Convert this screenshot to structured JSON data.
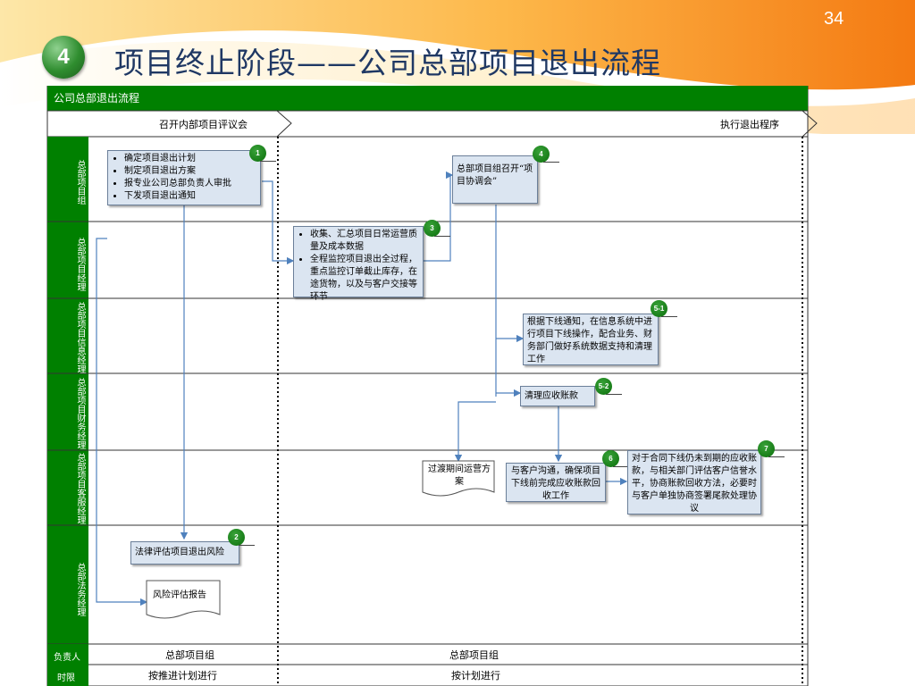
{
  "page_number": "34",
  "section_badge": "4",
  "title": "项目终止阶段——公司总部项目退出流程",
  "diagram": {
    "header": "公司总部退出流程",
    "phases": [
      "召开内部项目评议会",
      "执行退出程序"
    ],
    "lanes": [
      "总部项目组",
      "总部项目经理",
      "总部项目信息经理",
      "总部项目财务经理",
      "总部项目客服经理",
      "总部法务经理"
    ],
    "footer": {
      "owner_label": "负责人",
      "owner_values": [
        "总部项目组",
        "总部项目组"
      ],
      "deadline_label": "时限",
      "deadline_values": [
        "按推进计划进行",
        "按计划进行"
      ]
    },
    "steps": {
      "s1": {
        "num": "1",
        "items": [
          "确定项目退出计划",
          "制定项目退出方案",
          "报专业公司总部负责人审批",
          "下发项目退出通知"
        ]
      },
      "s2": {
        "num": "2",
        "text": "法律评估项目退出风险"
      },
      "s2_doc": "风险评估报告",
      "s3": {
        "num": "3",
        "items": [
          "收集、汇总项目日常运营质量及成本数据",
          "全程监控项目退出全过程，重点监控订单截止库存，在途货物，以及与客户交接等环节"
        ]
      },
      "s4": {
        "num": "4",
        "text": "总部项目组召开“项目协调会”"
      },
      "s51": {
        "num": "5-1",
        "text": "根据下线通知，在信息系统中进行项目下线操作，配合业务、财务部门做好系统数据支持和清理工作"
      },
      "s52": {
        "num": "5-2",
        "text": "清理应收账款"
      },
      "doc_transition": "过渡期间运营方案",
      "s6": {
        "num": "6",
        "text": "与客户沟通，确保项目下线前完成应收账款回收工作"
      },
      "s7": {
        "num": "7",
        "text": "对于合同下线仍未到期的应收账款，与相关部门评估客户信誉水平，协商账款回收方法，必要时与客户单独协商签署尾款处理协议"
      }
    }
  },
  "colors": {
    "green": "#008000",
    "title": "#1f3864",
    "box_fill": "#dbe5f1",
    "connector": "#4f81bd"
  }
}
